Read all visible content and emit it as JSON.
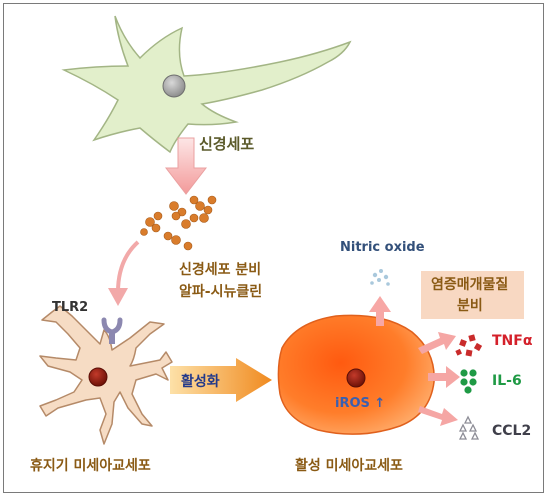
{
  "neuron": {
    "label": "신경세포"
  },
  "secreted": {
    "line1": "신경세포 분비",
    "line2": "알파-시뉴클린"
  },
  "receptor": {
    "label": "TLR2"
  },
  "resting": {
    "label": "휴지기 미세아교세포"
  },
  "activation": {
    "label": "활성화"
  },
  "activated": {
    "label": "활성 미세아교세포",
    "inner": "iROS",
    "inner_arrow": "↑"
  },
  "nitric": {
    "label": "Nitric oxide"
  },
  "mediators": {
    "title1": "염증매개물질",
    "title2": "분비",
    "items": [
      {
        "label": "TNFα",
        "color": "#d4202a"
      },
      {
        "label": "IL-6",
        "color": "#1f9a45"
      },
      {
        "label": "CCL2",
        "color": "#3f3f4a"
      }
    ]
  },
  "colors": {
    "neuron_fill": "#e2efcb",
    "dots": "#d97c2b",
    "microglia_fill": "#f6dcc4",
    "activated_fill": "#ff6b1a",
    "arrow_pink": "#f6a3a2",
    "arrow_orange": "#f08a1f"
  }
}
